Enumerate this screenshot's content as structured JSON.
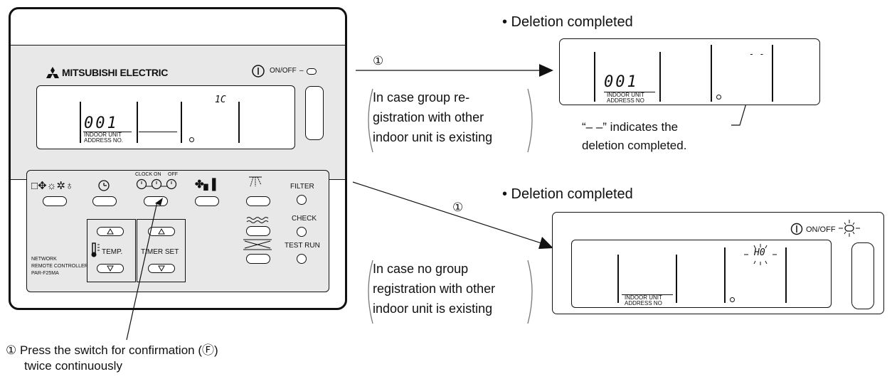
{
  "remote": {
    "brand": "MITSUBISHI ELECTRIC",
    "on_off_label": "ON/OFF",
    "lcd": {
      "address_digits": "001",
      "code": "1C",
      "address_caption_1": "INDOOR UNIT",
      "address_caption_2": "ADDRESS NO."
    },
    "buttons": {
      "clock_on": "CLOCK ON",
      "clock_off": "OFF",
      "filter": "FILTER",
      "check": "CHECK",
      "test_run": "TEST RUN",
      "temp": "TEMP.",
      "timer_set": "TIMER SET"
    },
    "model_lines": [
      "NETWORK",
      "REMOTE CONTROLLER",
      "PAR-F25MA"
    ]
  },
  "step_marker": "①",
  "top_case": {
    "heading": "• Deletion completed",
    "condition_lines": [
      "In case group re-",
      "gistration with other",
      "indoor unit is existing"
    ],
    "display": {
      "address_digits": "001",
      "caption_1": "INDOOR UNIT",
      "caption_2": "ADDRESS NO",
      "code": "- -"
    },
    "note_lines": [
      "“– –” indicates the",
      "deletion completed."
    ]
  },
  "bottom_case": {
    "heading": "• Deletion completed",
    "condition_lines": [
      "In case no group",
      "registration with other",
      "indoor unit is existing"
    ],
    "display": {
      "on_off_label": "ON/OFF",
      "caption_1": "INDOOR UNIT",
      "caption_2": "ADDRESS NO",
      "code": "H0"
    }
  },
  "instruction_lines": [
    "① Press the switch for confirmation (Ⓕ)",
    "twice continuously"
  ]
}
